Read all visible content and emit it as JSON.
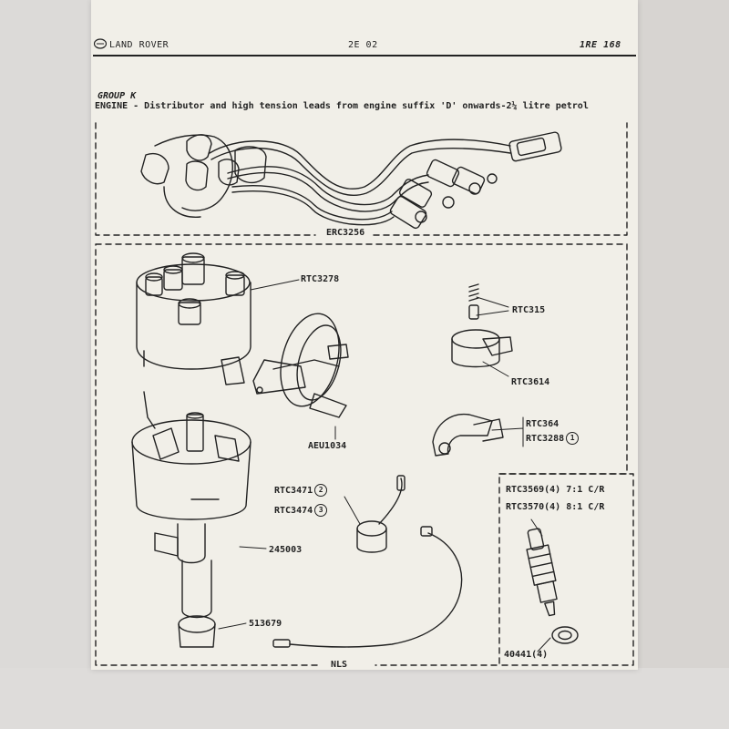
{
  "header": {
    "brand": "LAND ROVER",
    "section": "2E 02",
    "ref": "1RE 168"
  },
  "group": "GROUP K",
  "title": "ENGINE - Distributor and high tension leads from engine suffix 'D' onwards-2¼ litre petrol",
  "parts": {
    "leads": "ERC3256",
    "cap": "RTC3278",
    "vacuum_unit": "AEU1034",
    "rotor_spring": "RTC315",
    "rotor_arm": "RTC3614",
    "contact_a": "RTC364",
    "contact_b": "RTC3288",
    "condenser_a": "RTC3471",
    "condenser_b": "RTC3474",
    "distributor": "245003",
    "drive_gear": "513679",
    "plug_a": "RTC3569(4) 7:1 C/R",
    "plug_b": "RTC3570(4) 8:1 C/R",
    "washer": "40441(4)",
    "lead_nls": "NLS"
  },
  "callouts": {
    "contact": "1",
    "condenser_a": "2",
    "condenser_b": "3"
  }
}
